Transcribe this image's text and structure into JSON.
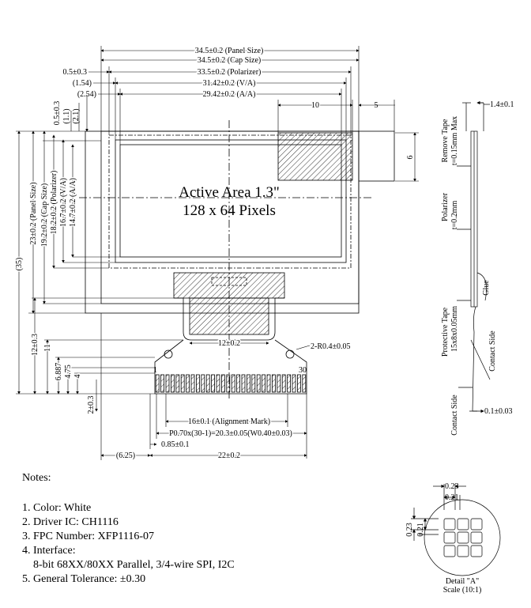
{
  "front": {
    "title_line1": "Active Area 1.3\"",
    "title_line2": "128 x 64 Pixels",
    "dims_top": [
      "34.5±0.2 (Panel Size)",
      "34.5±0.2 (Cap Size)",
      "33.5±0.2 (Polarizer)",
      "31.42±0.2 (V/A)",
      "29.42±0.2 (A/A)"
    ],
    "dims_top_left": [
      "0.5±0.3",
      "(1.54)",
      "(2.54)"
    ],
    "dim_10": "10",
    "dim_5": "5",
    "dim_6": "6",
    "dims_left_small": [
      "0.5±0.3",
      "(1.1)",
      "(2.1)"
    ],
    "dims_left": [
      "23±0.2 (Panel Size)",
      "19.2±0.2 (Cap Size)",
      "18.2±0.2 (Polarizer)",
      "16.7±0.2 (V/A)",
      "14.7±0.2 (A/A)"
    ],
    "dim_35": "(35)",
    "dims_fpc_left": [
      "12±0.3",
      "11",
      "6.887",
      "4.75",
      "4",
      "2±0.3"
    ],
    "dim_fpc_width": "12±0.2",
    "dim_hole": "2-R0.4±0.05",
    "pin_first": "1",
    "pin_last": "30",
    "dim_alignment": "16±0.1 (Alignment Mark)",
    "dim_pitch": "P0.70x(30-1)=20.3±0.05(W0.40±0.03)",
    "dim_085": "0.85±0.1",
    "dim_625": "(6.25)",
    "dim_22": "22±0.2"
  },
  "side": {
    "thickness": "1.4±0.1",
    "remove_tape": "Remove Tape",
    "remove_tape_t": "t=0.15mm Max",
    "polarizer": "Polarizer",
    "polarizer_t": "t=0.2mm",
    "glue": "Glue",
    "protective_tape": "Protective Tape",
    "protective_size": "15x8x0.05mm",
    "contact_side_a": "Contact Side",
    "contact_side_b": "Contact Side",
    "dim_01": "0.1±0.03"
  },
  "detail": {
    "dim_a": "0.23",
    "dim_b": "0.21",
    "dim_c": "0.23",
    "dim_d": "0.21",
    "caption": "Detail \"A\"",
    "scale": "Scale (10:1)"
  },
  "notes": {
    "heading": "Notes:",
    "items": [
      "1. Color: White",
      "2. Driver IC: CH1116",
      "3. FPC Number: XFP1116-07",
      "4. Interface:",
      "8-bit 68XX/80XX Parallel, 3/4-wire SPI, I2C",
      "5. General Tolerance: ±0.30"
    ]
  }
}
